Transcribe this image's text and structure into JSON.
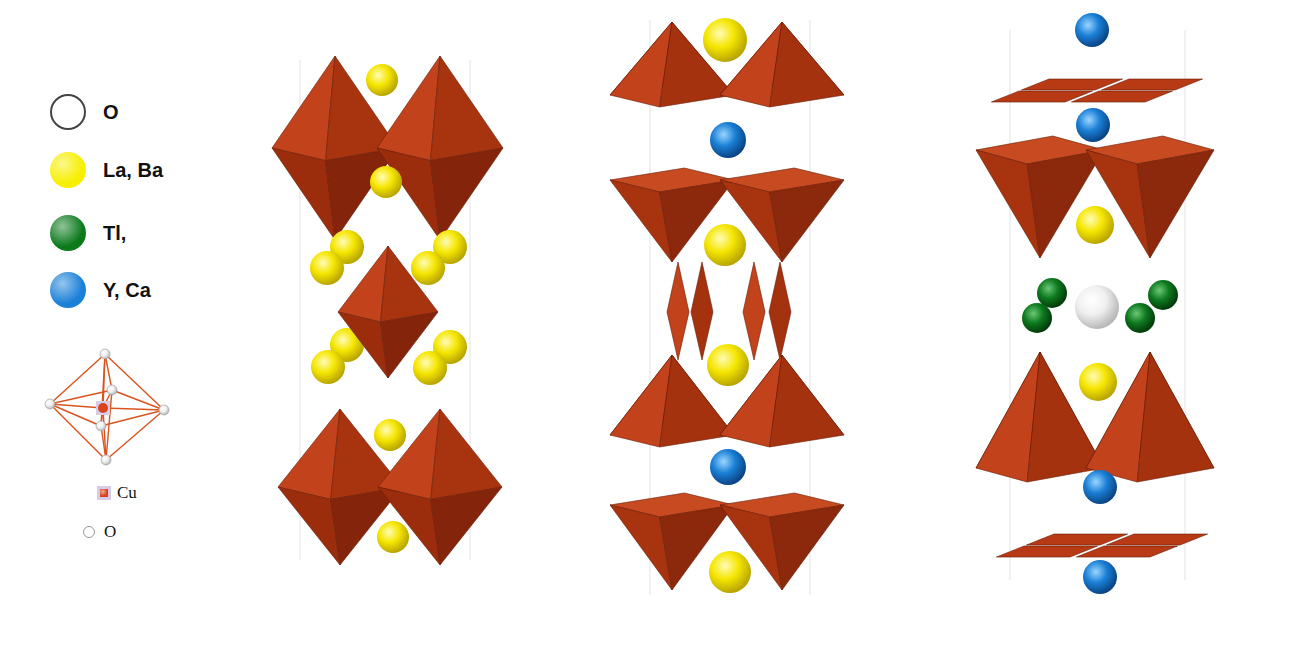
{
  "diagram": {
    "legend": [
      {
        "text": "O",
        "color": "#ffffff"
      },
      {
        "text": "La, Ba",
        "color": "#f7ef00"
      },
      {
        "text": "Tl,",
        "color": "#0b7a1b"
      },
      {
        "text": "Y, Ca",
        "color": "#1a80d8"
      },
      {
        "text": "Cu",
        "color": "#d9431c"
      },
      {
        "text": "O",
        "color": "#ffffff"
      }
    ]
  }
}
